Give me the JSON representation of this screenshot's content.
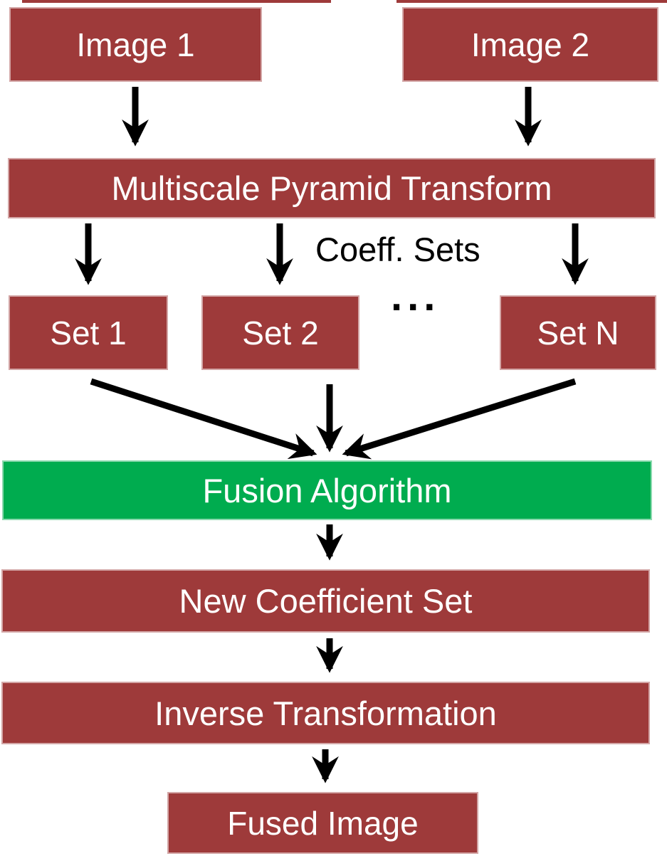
{
  "colors": {
    "box_red": "#9E3A3A",
    "box_green": "#00AC4F",
    "arrow": "#000000",
    "label_on_box": "#FFFFFF",
    "annotation": "#000000",
    "background": "#FFFFFF"
  },
  "nodes": {
    "image1": {
      "label": "Image 1"
    },
    "image2": {
      "label": "Image 2"
    },
    "transform": {
      "label": "Multiscale Pyramid Transform"
    },
    "set1": {
      "label": "Set 1"
    },
    "set2": {
      "label": "Set 2"
    },
    "setn": {
      "label": "Set N"
    },
    "fusion": {
      "label": "Fusion Algorithm"
    },
    "newcoeff": {
      "label": "New Coefficient Set"
    },
    "inverse": {
      "label": "Inverse Transformation"
    },
    "fused": {
      "label": "Fused Image"
    }
  },
  "annotations": {
    "coeff_sets": "Coeff. Sets",
    "ellipsis": "..."
  }
}
